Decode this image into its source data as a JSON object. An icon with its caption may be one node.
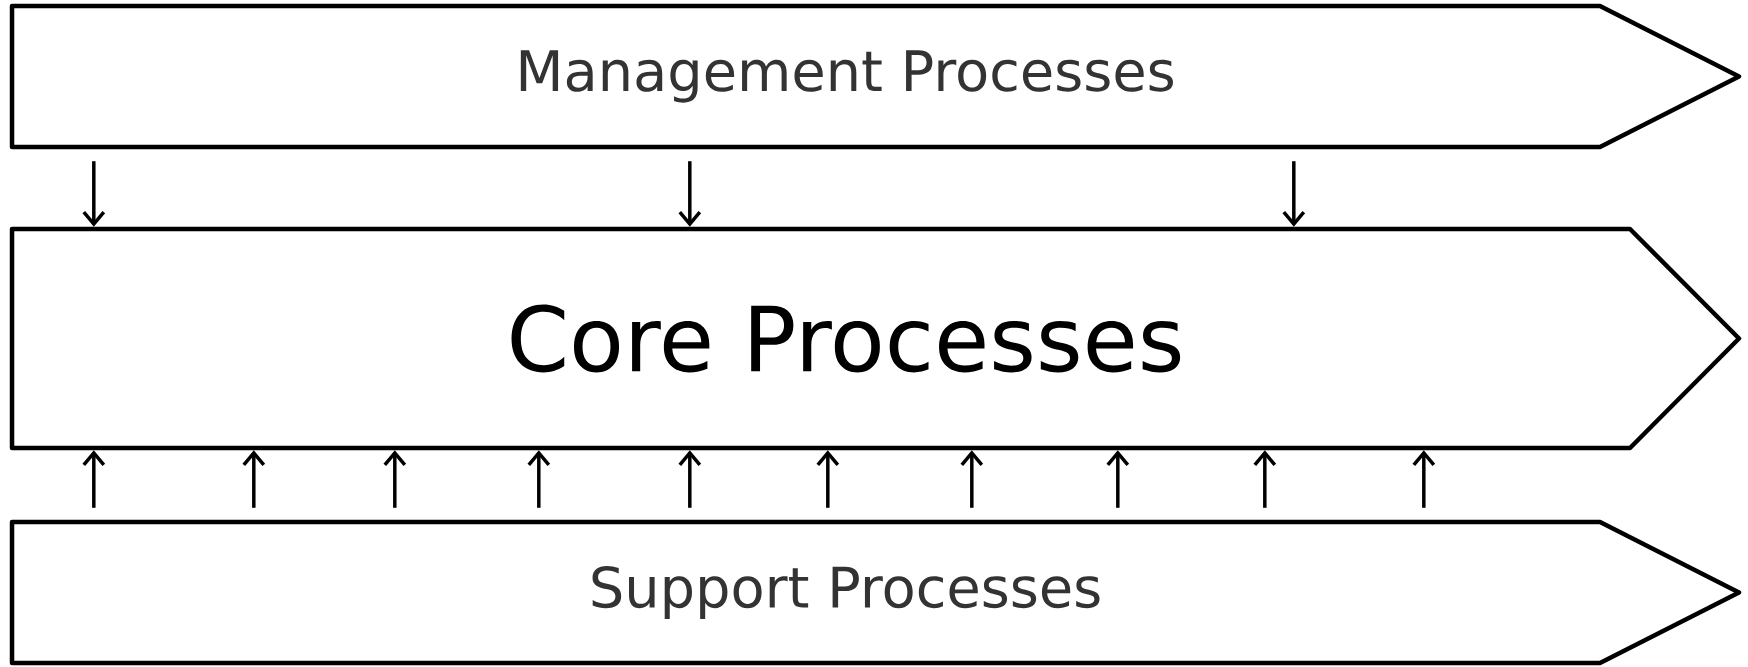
{
  "diagram": {
    "nodes": [
      {
        "text": [
          "Management Processes"
        ]
      },
      {
        "text": [
          "Core Processes"
        ]
      },
      {
        "text": [
          "Support Processes"
        ]
      }
    ],
    "edges": [
      {
        "from": 0,
        "to": 1,
        "arrow": "to"
      },
      {
        "from": 0,
        "to": 1,
        "arrow": "to"
      },
      {
        "from": 0,
        "to": 1,
        "arrow": "to"
      },
      {
        "from": 2,
        "to": 1,
        "arrow": "to"
      },
      {
        "from": 2,
        "to": 1,
        "arrow": "to"
      },
      {
        "from": 2,
        "to": 1,
        "arrow": "to"
      },
      {
        "from": 2,
        "to": 1,
        "arrow": "to"
      },
      {
        "from": 2,
        "to": 1,
        "arrow": "to"
      },
      {
        "from": 2,
        "to": 1,
        "arrow": "to"
      },
      {
        "from": 2,
        "to": 1,
        "arrow": "to"
      },
      {
        "from": 2,
        "to": 1,
        "arrow": "to"
      },
      {
        "from": 2,
        "to": 1,
        "arrow": "to"
      },
      {
        "from": 2,
        "to": 1,
        "arrow": "to"
      }
    ]
  }
}
